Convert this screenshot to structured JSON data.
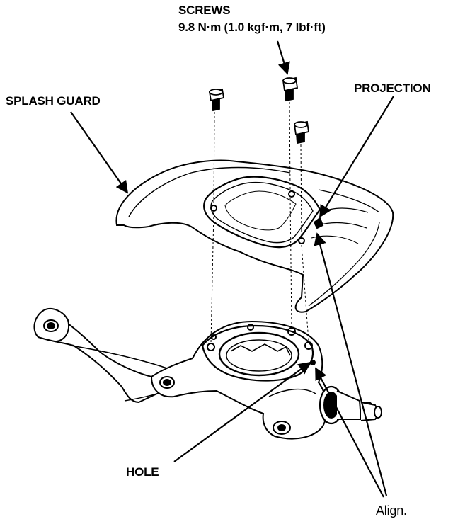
{
  "labels": {
    "screws": "SCREWS",
    "torque": "9.8 N·m (1.0 kgf·m, 7 lbf·ft)",
    "splash_guard": "SPLASH GUARD",
    "projection": "PROJECTION",
    "hole": "HOLE",
    "align": "Align."
  },
  "colors": {
    "ink": "#000000",
    "paper": "#ffffff",
    "shade": "#cfcfcf"
  }
}
